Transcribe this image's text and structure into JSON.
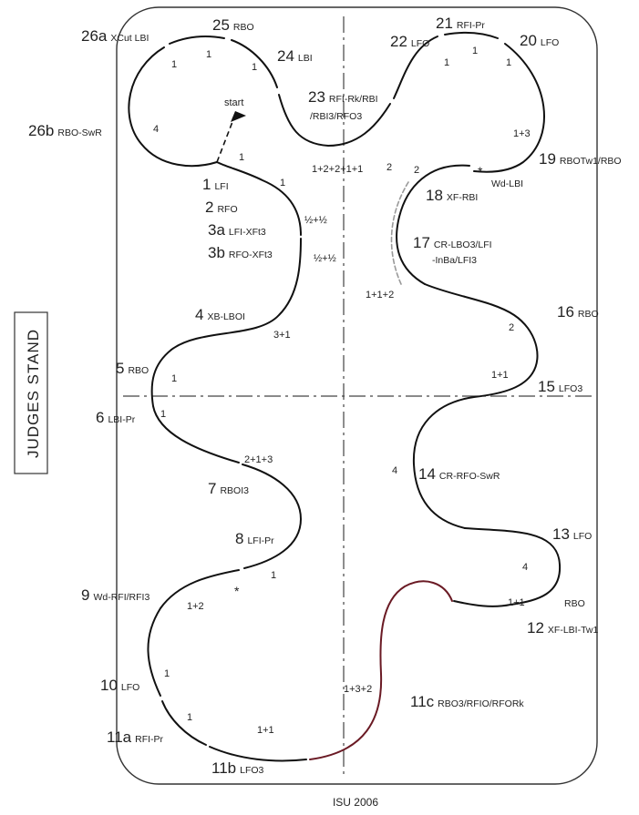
{
  "judges_stand": "JUDGES STAND",
  "footer": "ISU 2006",
  "start_label": "start",
  "elements": [
    {
      "num": "1",
      "code": "LFI"
    },
    {
      "num": "2",
      "code": "RFO"
    },
    {
      "num": "3a",
      "code": "LFI-XFt3"
    },
    {
      "num": "3b",
      "code": "RFO-XFt3"
    },
    {
      "num": "4",
      "code": "XB-LBOI"
    },
    {
      "num": "5",
      "code": "RBO"
    },
    {
      "num": "6",
      "code": "LBI-Pr"
    },
    {
      "num": "7",
      "code": "RBOI3"
    },
    {
      "num": "8",
      "code": "LFI-Pr"
    },
    {
      "num": "9",
      "code": "Wd-RFI/RFI3"
    },
    {
      "num": "10",
      "code": "LFO"
    },
    {
      "num": "11a",
      "code": "RFI-Pr"
    },
    {
      "num": "11b",
      "code": "LFO3"
    },
    {
      "num": "11c",
      "code": "RBO3/RFIO/RFORk"
    },
    {
      "num": "12",
      "code": "XF-LBI-Tw1"
    },
    {
      "num": "13",
      "code": "LFO"
    },
    {
      "num": "14",
      "code": "CR-RFO-SwR"
    },
    {
      "num": "15",
      "code": "LFO3"
    },
    {
      "num": "16",
      "code": "RBO"
    },
    {
      "num": "17",
      "code": "CR-LBO3/LFI",
      "code2": "-InBa/LFI3"
    },
    {
      "num": "18",
      "code": "XF-RBI"
    },
    {
      "num": "19",
      "code": "RBOTw1/RBO"
    },
    {
      "num": "20",
      "code": "LFO"
    },
    {
      "num": "21",
      "code": "RFI-Pr"
    },
    {
      "num": "22",
      "code": "LFO"
    },
    {
      "num": "23",
      "code": "RFI-Rk/RBI",
      "code2": "/RBI3/RFO3"
    },
    {
      "num": "24",
      "code": "LBI"
    },
    {
      "num": "25",
      "code": "RBO"
    },
    {
      "num": "26a",
      "code": "XCut LBI"
    },
    {
      "num": "26b",
      "code": "RBO-SwR"
    }
  ],
  "extra_labels": {
    "rbo_12": "RBO",
    "wd_lbi_19": "Wd-LBI",
    "star": "*"
  },
  "counts": [
    "1",
    "1",
    "1",
    "4",
    "1",
    "1",
    "½+½",
    "½+½",
    "3+1",
    "1",
    "1",
    "2+1+3",
    "1",
    "1+2",
    "1",
    "1",
    "1+1",
    "1+3+2",
    "1+1",
    "4",
    "4",
    "1+1",
    "2",
    "1+1+2",
    "2",
    "1+3",
    "1",
    "1",
    "1",
    "1+2+2+1+1",
    "2"
  ]
}
